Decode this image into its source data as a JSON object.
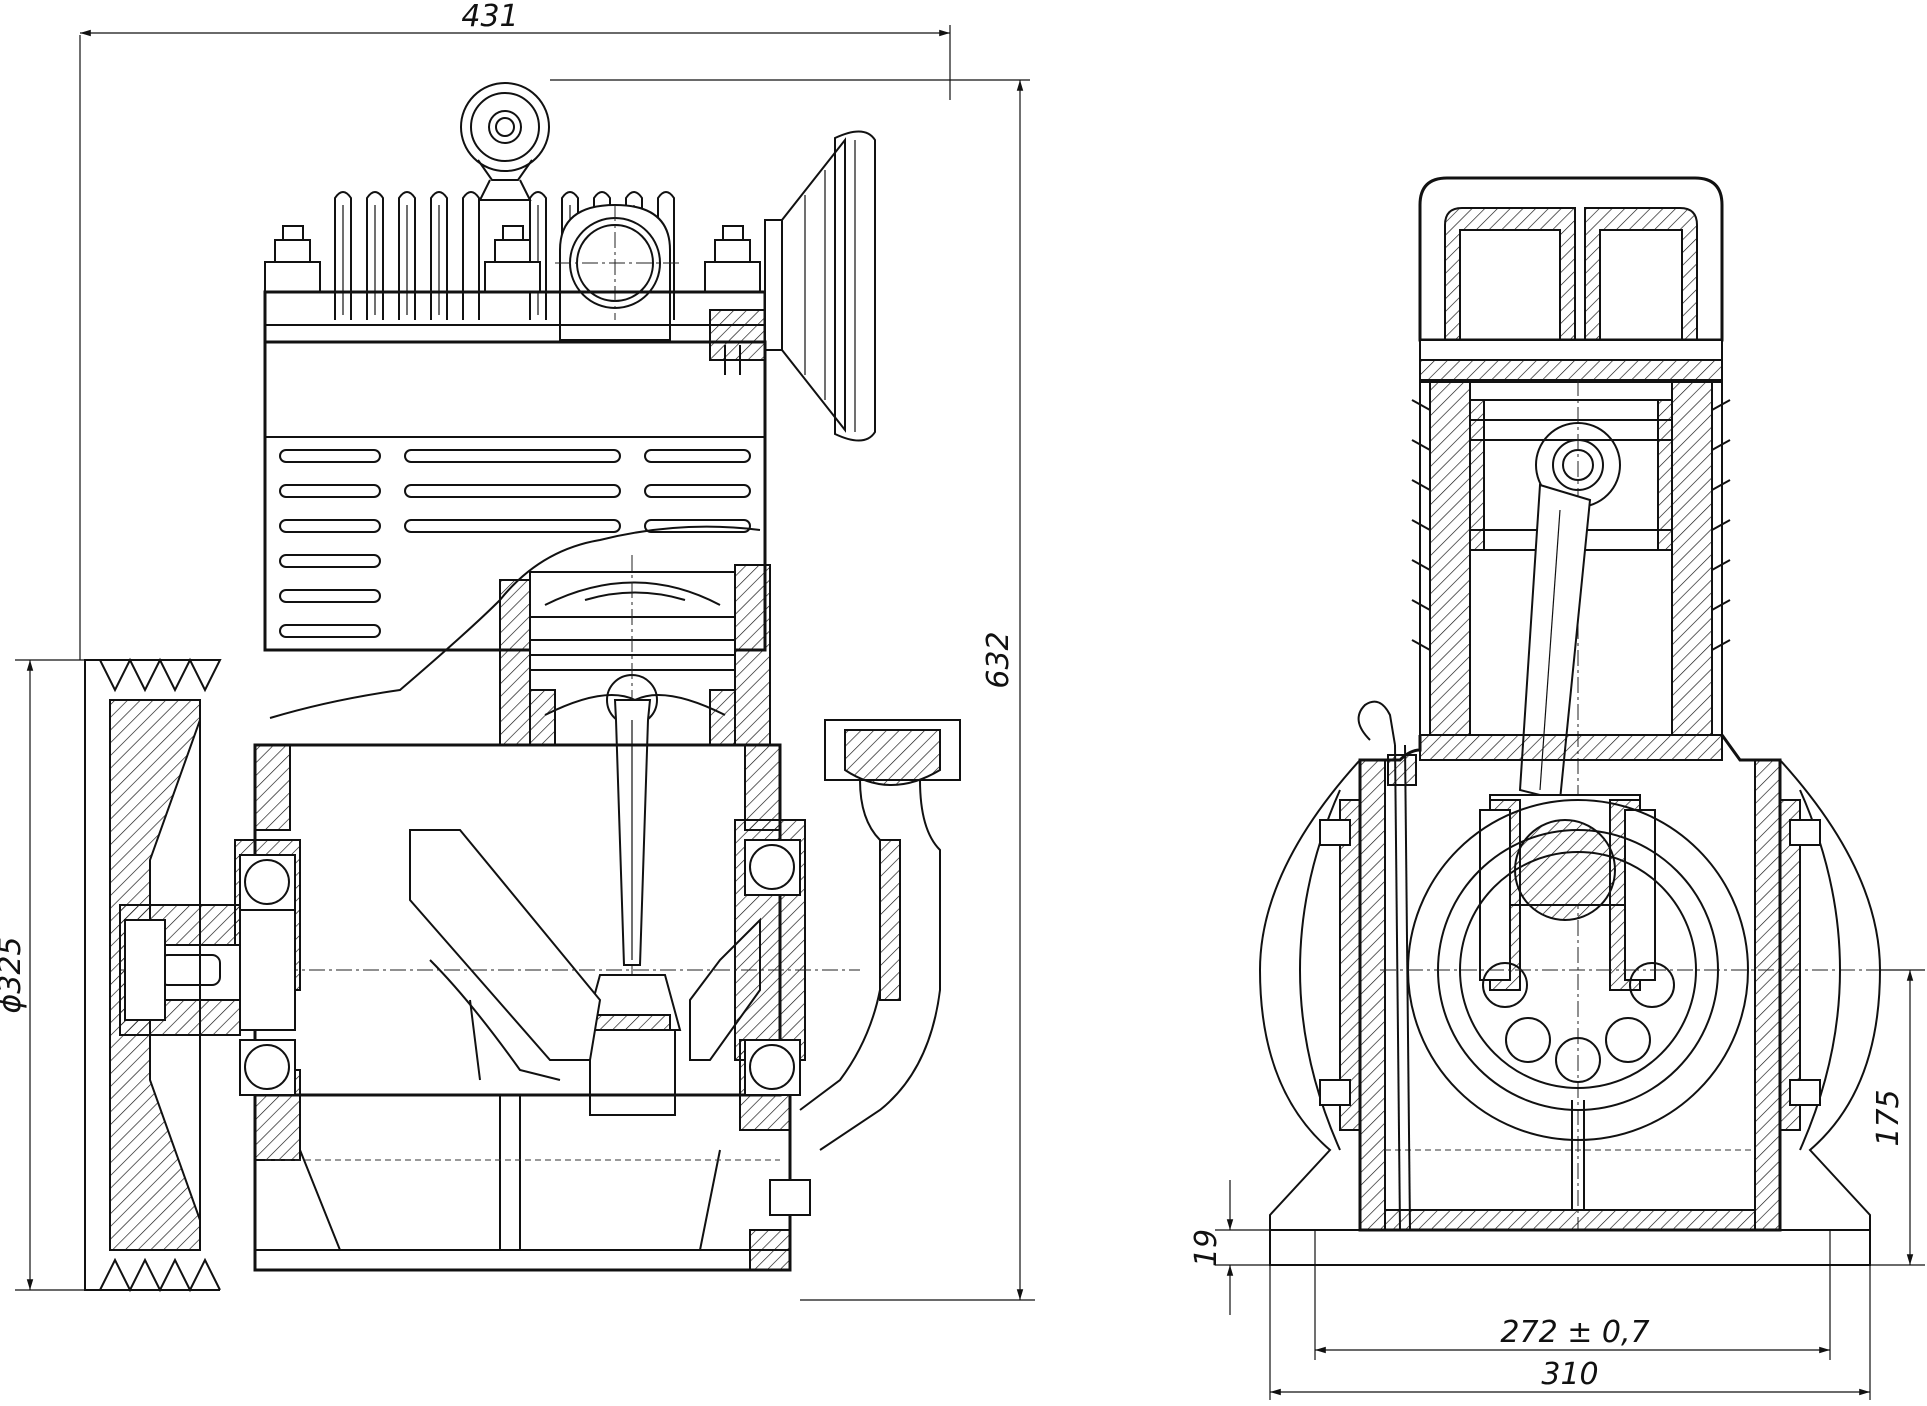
{
  "dimensions": {
    "overall_width": "431",
    "overall_height": "632",
    "pulley_diameter": "ϕ325",
    "shaft_height": "175",
    "base_thickness": "19",
    "mounting_holes_spacing": "272 ± 0,7",
    "base_width": "310"
  }
}
